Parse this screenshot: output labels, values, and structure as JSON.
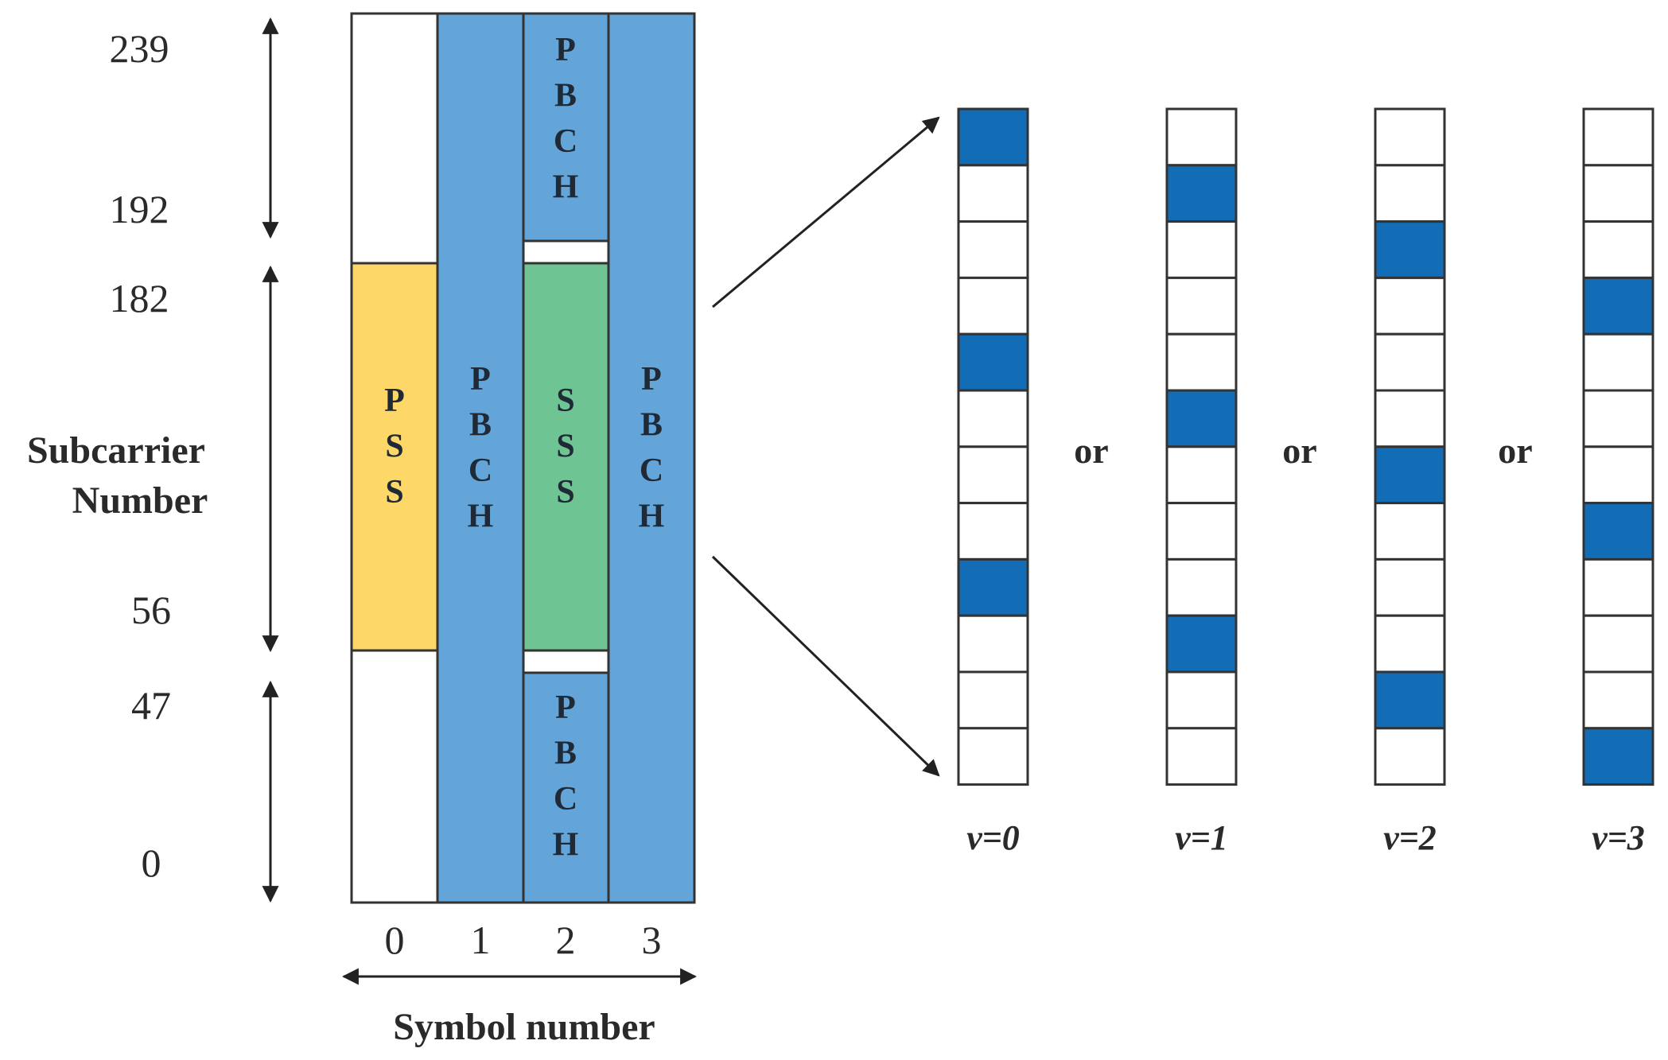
{
  "subcarrier_ticks": [
    "239",
    "192",
    "182",
    "56",
    "47",
    "0"
  ],
  "y_axis_label": [
    "Subcarrier",
    "Number"
  ],
  "symbol_ticks": [
    "0",
    "1",
    "2",
    "3"
  ],
  "x_axis_label": "Symbol number",
  "blocks": {
    "pss": "PSS",
    "pbch_symbol1": "PBCH",
    "pbch_symbol2_top": "PBCH",
    "sss": "SSS",
    "pbch_symbol2_bottom": "PBCH",
    "pbch_symbol3": "PBCH"
  },
  "colors": {
    "pbch": "#63a5d9",
    "pss": "#fdd868",
    "sss": "#6ec492",
    "dmrs": "#136db6",
    "outline": "#333333"
  },
  "dmrs_patterns": [
    {
      "label": "v=0",
      "highlighted_rows": [
        0,
        4,
        8
      ]
    },
    {
      "label": "v=1",
      "highlighted_rows": [
        1,
        5,
        9
      ]
    },
    {
      "label": "v=2",
      "highlighted_rows": [
        2,
        6,
        10
      ]
    },
    {
      "label": "v=3",
      "highlighted_rows": [
        3,
        7,
        11
      ]
    }
  ],
  "separator_label": "or"
}
